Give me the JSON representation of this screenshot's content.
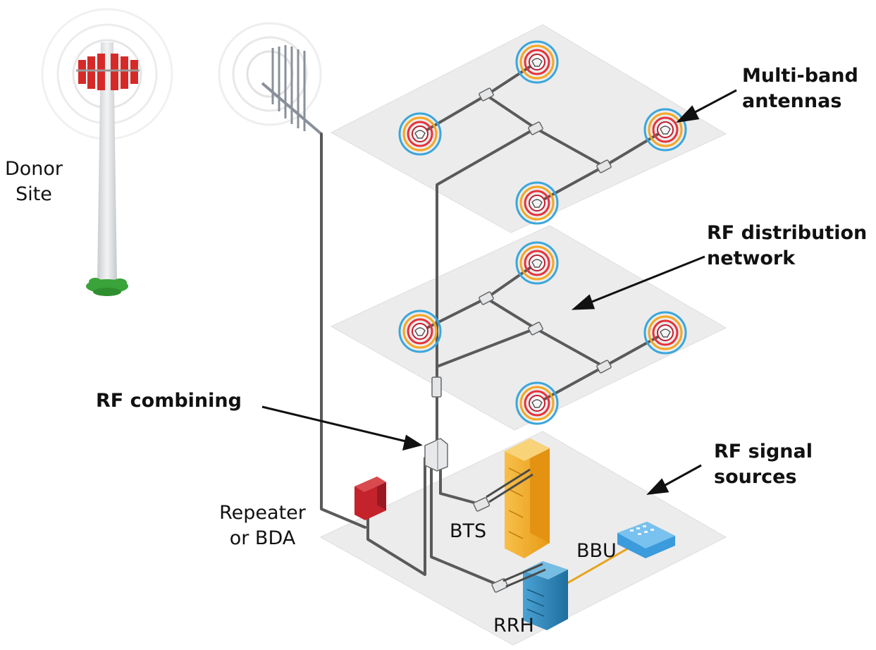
{
  "labels": {
    "donor": [
      "Donor",
      "Site"
    ],
    "multiband": [
      "Multi-band",
      "antennas"
    ],
    "rfdist": [
      "RF distribution",
      "network"
    ],
    "rfcomb": "RF combining",
    "rfsig": [
      "RF signal",
      "sources"
    ],
    "repeater": [
      "Repeater",
      "or BDA"
    ],
    "bts": "BTS",
    "bbu": "BBU",
    "rrh": "RRH"
  },
  "colors": {
    "floor": "#ececec",
    "cable": "#5a5a5a",
    "antenna_rings": [
      "#3aa6dc",
      "#f5a623",
      "#e6323a",
      "#c21b2c"
    ],
    "bts": "#f3b12c",
    "rrh": "#2f8cc4",
    "bbu": "#3b9bdc",
    "repeater": "#c4232c",
    "donor_panels": "#d62a28",
    "grass": "#3aa33a"
  }
}
